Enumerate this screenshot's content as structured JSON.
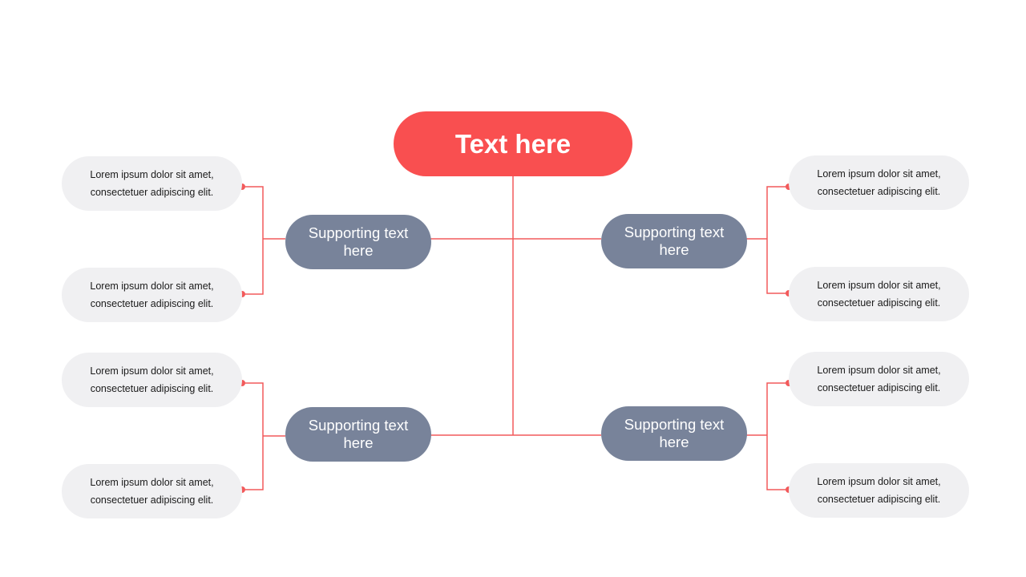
{
  "colors": {
    "accent": "#f94f50",
    "node": "#78839a",
    "leaf_bg": "#f0f0f2",
    "connector": "#f25a5b"
  },
  "main_node": {
    "label": "Text here"
  },
  "branches": [
    {
      "label": "Supporting text here",
      "items": [
        "Lorem ipsum dolor sit amet, consectetuer adipiscing elit.",
        "Lorem ipsum dolor sit amet, consectetuer adipiscing elit."
      ]
    },
    {
      "label": "Supporting text here",
      "items": [
        "Lorem ipsum dolor sit amet, consectetuer adipiscing elit.",
        "Lorem ipsum dolor sit amet, consectetuer adipiscing elit."
      ]
    },
    {
      "label": "Supporting text here",
      "items": [
        "Lorem ipsum dolor sit amet, consectetuer adipiscing elit.",
        "Lorem ipsum dolor sit amet, consectetuer adipiscing elit."
      ]
    },
    {
      "label": "Supporting text here",
      "items": [
        "Lorem ipsum dolor sit amet, consectetuer adipiscing elit.",
        "Lorem ipsum dolor sit amet, consectetuer adipiscing elit."
      ]
    }
  ]
}
